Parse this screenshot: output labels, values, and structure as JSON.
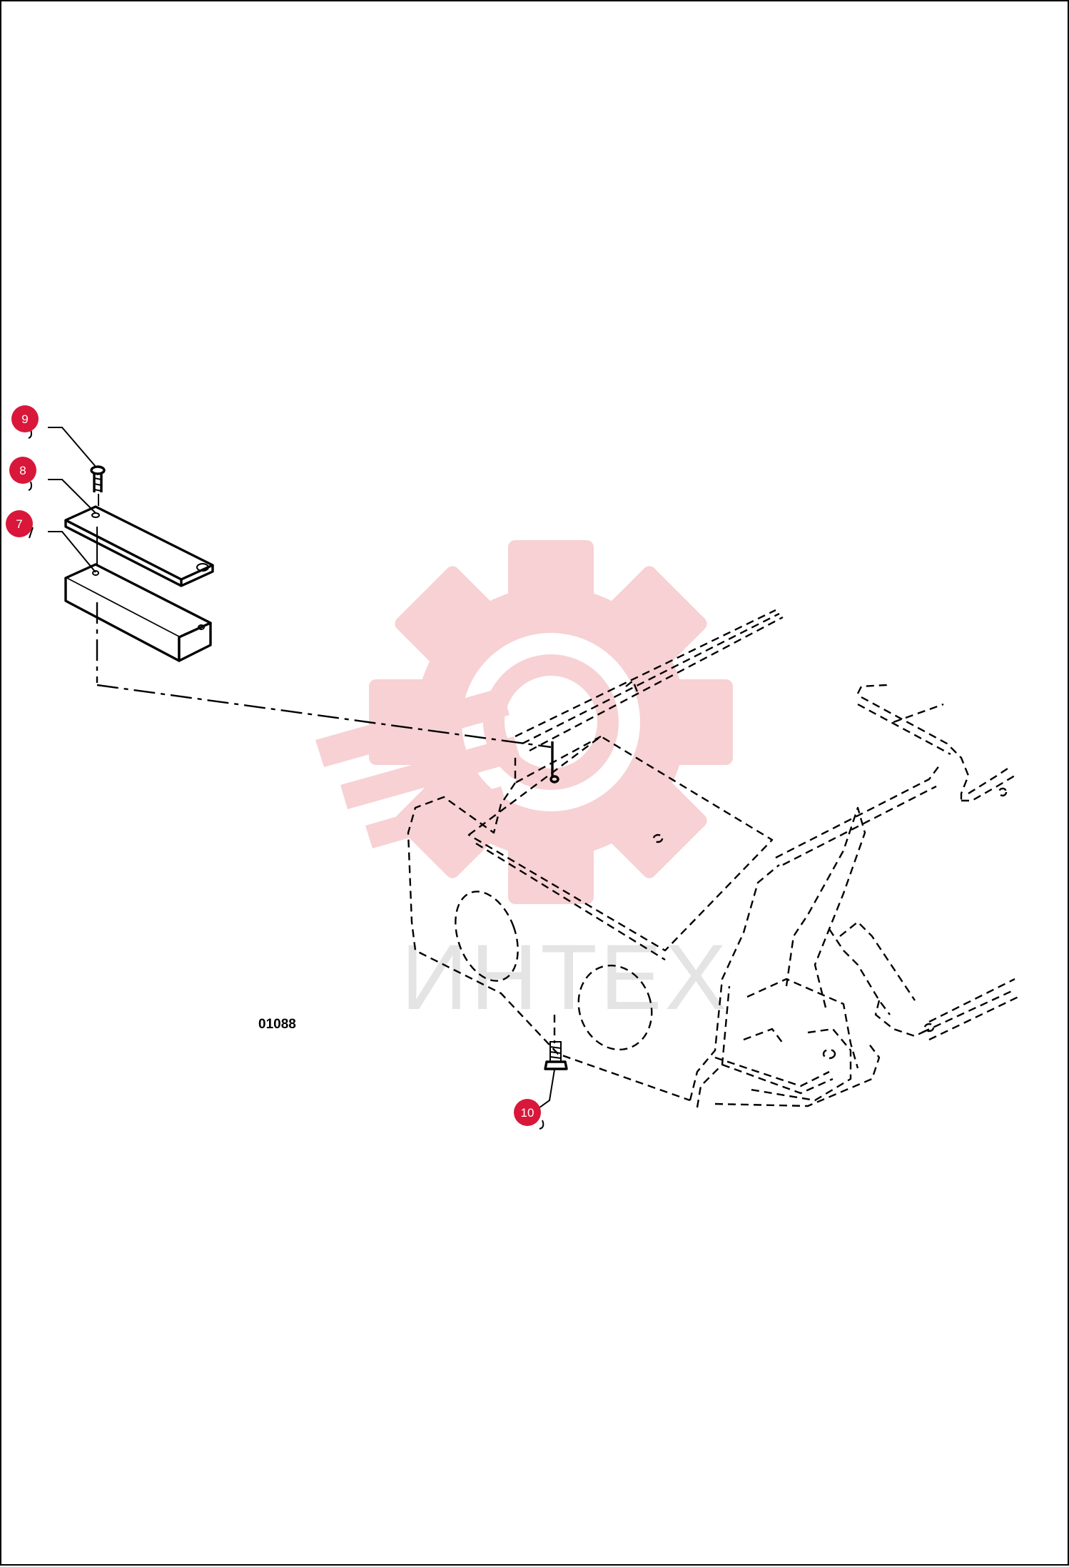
{
  "figure_code": "01088",
  "watermark_text": "ИНТЕХ",
  "watermark_color": "#f6cccf",
  "callout_color": "#d8173a",
  "callouts": [
    {
      "label": "9"
    },
    {
      "label": "8"
    },
    {
      "label": "7"
    },
    {
      "label": "10"
    }
  ]
}
